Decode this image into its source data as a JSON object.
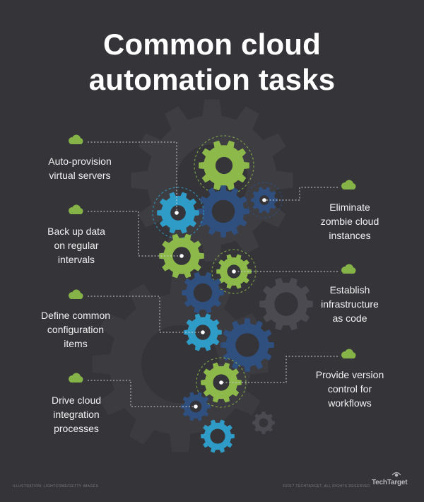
{
  "title": {
    "line1": "Common cloud",
    "line2": "automation tasks"
  },
  "tasks": [
    {
      "lines": [
        "Auto-provision",
        "virtual servers"
      ],
      "icon": "cloud-icon"
    },
    {
      "lines": [
        "Back up data",
        "on regular",
        "intervals"
      ],
      "icon": "cloud-icon"
    },
    {
      "lines": [
        "Define common",
        "configuration",
        "items"
      ],
      "icon": "cloud-icon"
    },
    {
      "lines": [
        "Drive cloud",
        "integration",
        "processes"
      ],
      "icon": "cloud-icon"
    },
    {
      "lines": [
        "Eliminate",
        "zombie cloud",
        "instances"
      ],
      "icon": "cloud-icon"
    },
    {
      "lines": [
        "Establish",
        "infrastructure",
        "as code"
      ],
      "icon": "cloud-icon"
    },
    {
      "lines": [
        "Provide version",
        "control for",
        "workflows"
      ],
      "icon": "cloud-icon"
    }
  ],
  "footer": {
    "credit": "ILLUSTRATION: LIGHTCOME/GETTY IMAGES",
    "copyright": "©2017 TECHTARGET. ALL RIGHTS RESERVED",
    "brand": "TechTarget"
  },
  "colors": {
    "background": "#343439",
    "gear_green": "#8db94a",
    "gear_blue": "#2e9cc6",
    "gear_navy": "#2f4f7f",
    "gear_dark": "#3f3f44",
    "cloud_green": "#86b347",
    "dotted_line": "#cfcfd2"
  }
}
